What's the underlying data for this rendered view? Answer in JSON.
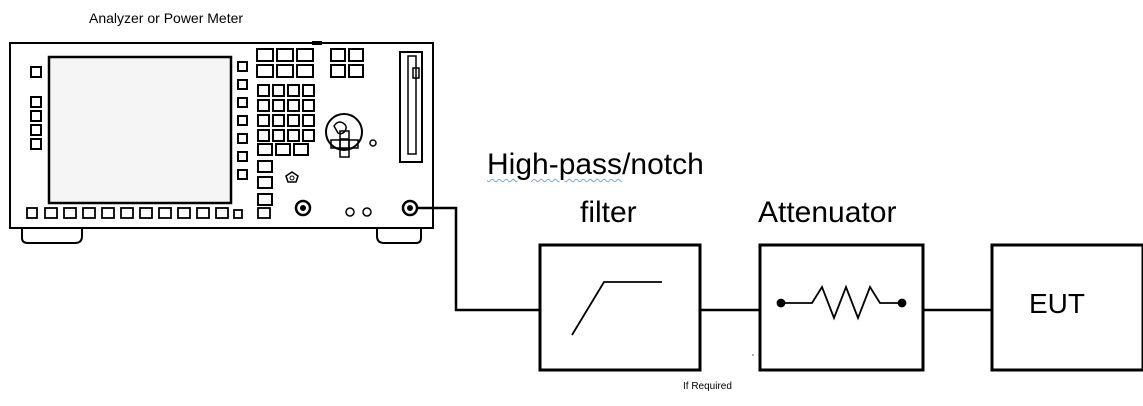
{
  "labels": {
    "analyzer": "Analyzer or Power Meter",
    "filter_line1_underlined": "High-pass",
    "filter_line1_rest": "/notch",
    "filter_line2": "filter",
    "attenuator": "Attenuator",
    "eut": "EUT",
    "note": "If Required"
  },
  "colors": {
    "stroke": "#000000",
    "screen": "#f5f5f5",
    "spellcheck_underline": "#7aa7d8"
  },
  "icons": {
    "analyzer": "spectrum-analyzer-icon",
    "filter": "high-pass-filter-icon",
    "attenuator": "resistor-icon"
  }
}
